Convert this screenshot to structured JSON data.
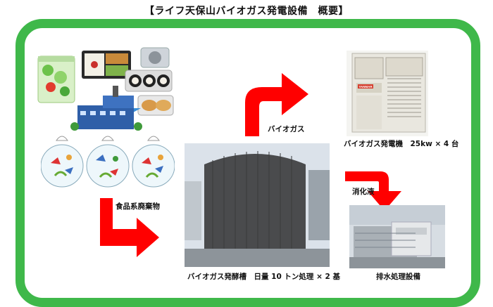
{
  "title": "【ライフ天保山バイオガス発電設備　概要】",
  "labels": {
    "food_waste": "食品系廃棄物",
    "biogas": "バイオガス",
    "generator": "バイオガス発電機　25kw × 4 台",
    "digestate": "消化液",
    "fermenter": "バイオガス発酵槽　日量 10 トン処理 × 2 基",
    "wastewater": "排水処理設備"
  },
  "generator_brand": "YANMAR",
  "colors": {
    "frame": "#3fb84a",
    "arrow": "#ff0000"
  }
}
